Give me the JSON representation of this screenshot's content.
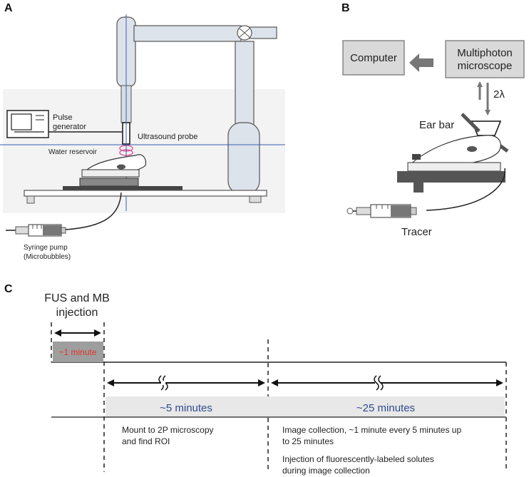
{
  "panels": {
    "a": {
      "letter": "A",
      "pulse_generator": [
        "Pulse",
        "generator"
      ],
      "ultrasound_probe": "Ultrasound probe",
      "water_reservoir": "Water reservoir",
      "syringe_pump": [
        "Syringe pump",
        "(Microbubbles)"
      ]
    },
    "b": {
      "letter": "B",
      "computer": "Computer",
      "microscope": [
        "Multiphoton",
        "microscope"
      ],
      "two_lambda": "2λ",
      "ear_bar": "Ear bar",
      "tracer": "Tracer"
    },
    "c": {
      "letter": "C",
      "fus_title": [
        "FUS and MB",
        "injection"
      ],
      "one_minute": "~1 minute",
      "five_minutes": "~5 minutes",
      "twentyfive_minutes": "~25 minutes",
      "mount_note": [
        "Mount to 2P microscopy",
        "and find ROI"
      ],
      "image_note": [
        "Image collection, ~1 minute every 5 minutes up",
        "to 25 minutes"
      ],
      "injection_note": [
        "Injection of fluorescently-labeled solutes",
        "during image collection"
      ]
    }
  },
  "colors": {
    "accent_blue": "#2f4b8f",
    "accent_red": "#e0322c",
    "box_gray": "#d9d9d9",
    "band_gray": "#e8e8e8"
  }
}
